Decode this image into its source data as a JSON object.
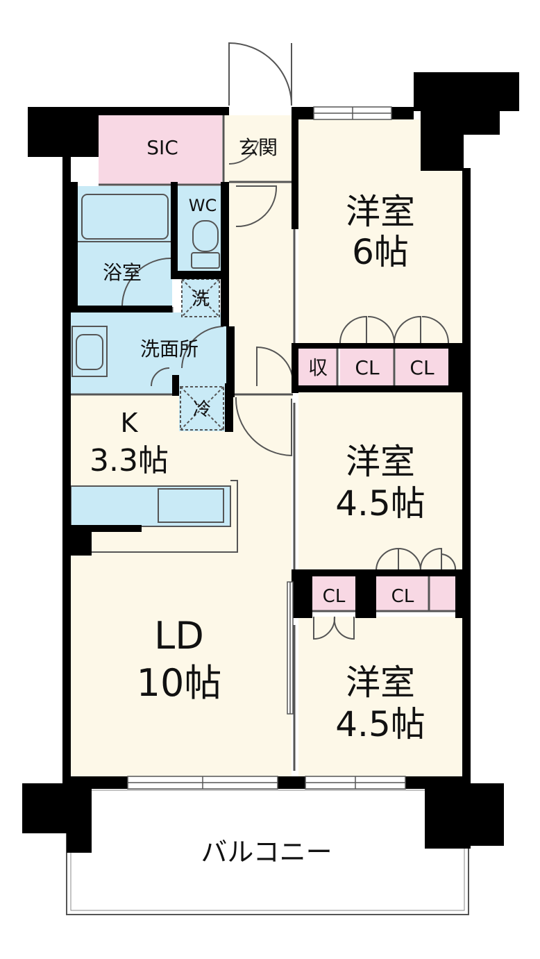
{
  "colors": {
    "floor_room": "#fdf8e8",
    "floor_wet": "#c9eaf6",
    "storage": "#f8d8e4",
    "wall": "#000000",
    "outline": "#555555",
    "window_fill": "#ffffff"
  },
  "rooms": {
    "sic": "SIC",
    "entrance": "玄関",
    "wc": "WC",
    "bath": "浴室",
    "washroom": "洗面所",
    "washer": "洗",
    "fridge": "冷",
    "kitchen_name": "K",
    "kitchen_size": "3.3帖",
    "ld_name": "LD",
    "ld_size": "10帖",
    "west1_name": "洋室",
    "west1_size": "6帖",
    "west2_name": "洋室",
    "west2_size": "4.5帖",
    "west3_name": "洋室",
    "west3_size": "4.5帖",
    "storage": "収",
    "cl": "CL",
    "balcony": "バルコニー"
  }
}
